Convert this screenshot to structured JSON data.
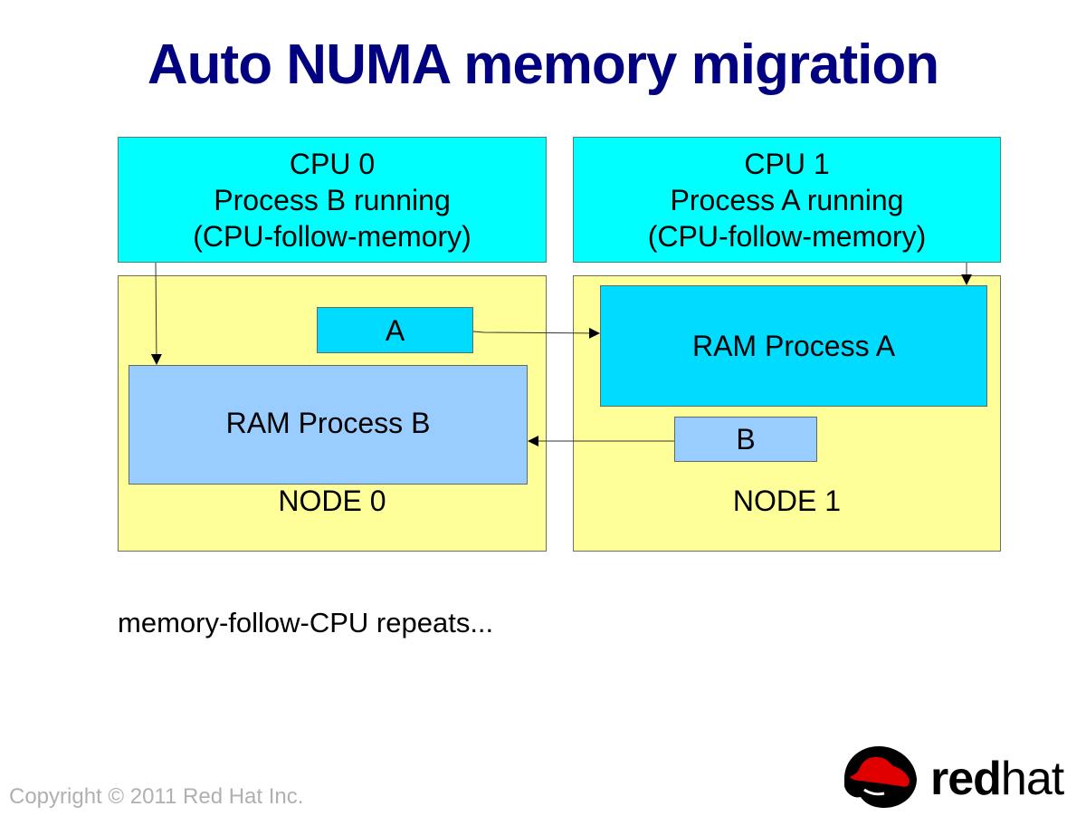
{
  "slide": {
    "title": "Auto NUMA memory migration",
    "caption": "memory-follow-CPU repeats...",
    "copyright": "Copyright © 2011 Red Hat Inc."
  },
  "cpus": [
    {
      "name": "CPU 0",
      "process": "Process B running",
      "policy": "(CPU-follow-memory)"
    },
    {
      "name": "CPU 1",
      "process": "Process A running",
      "policy": "(CPU-follow-memory)"
    }
  ],
  "nodes": [
    {
      "label": "NODE 0",
      "ram_label": "RAM Process B",
      "migrating_label": "A"
    },
    {
      "label": "NODE 1",
      "ram_label": "RAM Process A",
      "migrating_label": "B"
    }
  ],
  "colors": {
    "title": "#000080",
    "cpu_fill": "#00ffff",
    "node_fill": "#ffff99",
    "process_a_fill": "#00dcff",
    "process_b_fill": "#99ccff",
    "logo_red": "#e00000"
  },
  "logo": {
    "icon": "red-hat-shadowman-icon",
    "bold_text": "red",
    "light_text": "hat",
    "trademark": "."
  }
}
